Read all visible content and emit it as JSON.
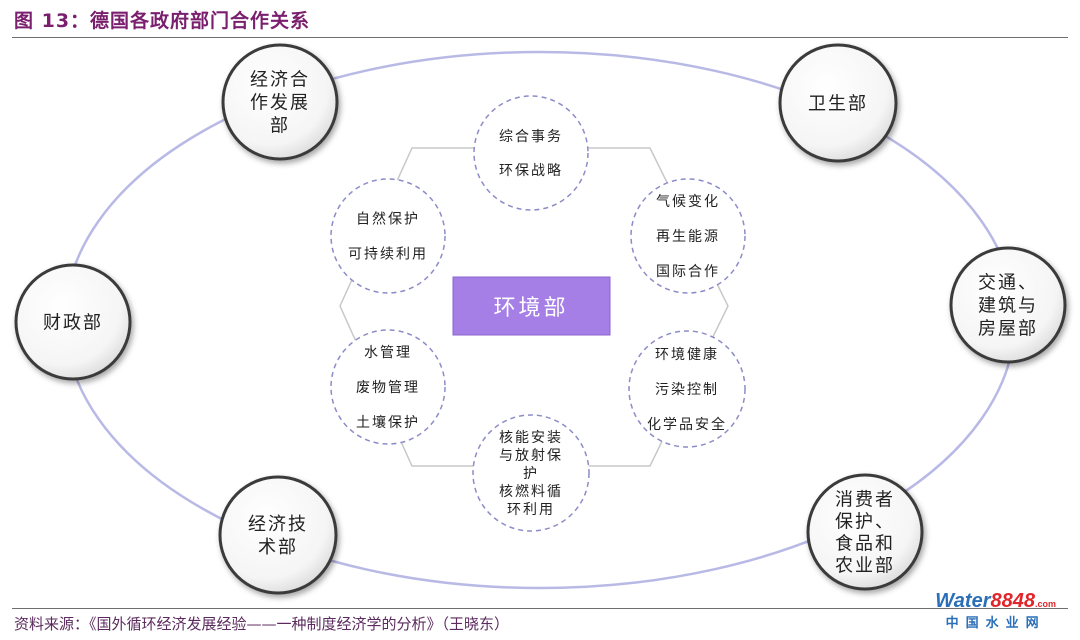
{
  "title": "图 13：德国各政府部门合作关系",
  "source": "资料来源：《国外循环经济发展经验——一种制度经济学的分析》（王晓东）",
  "center": {
    "label": "环境部"
  },
  "outer_nodes": [
    {
      "id": "economic-cooperation",
      "lines": [
        "经济合",
        "作发展",
        "部"
      ]
    },
    {
      "id": "health",
      "lines": [
        "卫生部"
      ]
    },
    {
      "id": "transport-building",
      "lines": [
        "交通、",
        "建筑与",
        "房屋部"
      ]
    },
    {
      "id": "consumer-food-agriculture",
      "lines": [
        "消费者",
        "保护、",
        "食品和",
        "农业部"
      ]
    },
    {
      "id": "economy-technology",
      "lines": [
        "经济技",
        "术部"
      ]
    },
    {
      "id": "finance",
      "lines": [
        "财政部"
      ]
    }
  ],
  "inner_nodes": [
    {
      "id": "general-strategy",
      "lines": [
        "综合事务",
        "环保战略"
      ]
    },
    {
      "id": "climate-energy",
      "lines": [
        "气候变化",
        "再生能源",
        "国际合作"
      ]
    },
    {
      "id": "health-chemicals",
      "lines": [
        "环境健康",
        "污染控制",
        "化学品安全"
      ]
    },
    {
      "id": "nuclear",
      "lines": [
        "核能安装",
        "与放射保",
        "护",
        "核燃料循",
        "环利用"
      ]
    },
    {
      "id": "water-waste-soil",
      "lines": [
        "水管理",
        "废物管理",
        "土壤保护"
      ]
    },
    {
      "id": "nature",
      "lines": [
        "自然保护",
        "可持续利用"
      ]
    }
  ],
  "logo": {
    "word_a": "Water",
    "word_b": "8848",
    "suffix": ".com",
    "sub": "中国水业网"
  },
  "colors": {
    "title": "#7a1f6e",
    "center_fill": "#a57fe6",
    "ellipse_stroke": "#b9b9e6",
    "hexagon_stroke": "#c8c8c8",
    "dashed_stroke": "#8c8cc8"
  }
}
